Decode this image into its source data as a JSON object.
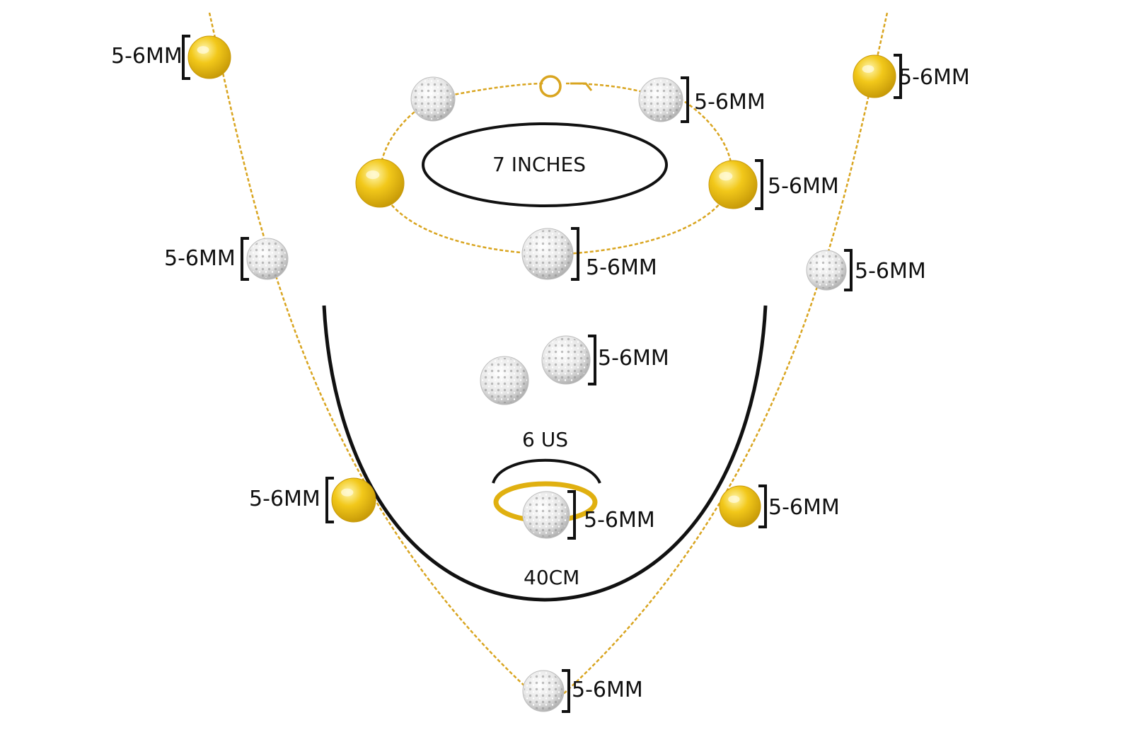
{
  "bead_size_label": "5-6MM",
  "bracelet": {
    "length_label": "7 INCHES"
  },
  "ring": {
    "size_label": "6 US"
  },
  "necklace": {
    "length_label": "40CM"
  },
  "colors": {
    "chain_gold": "#d9a520",
    "pearl_yellow": "#f2c81a",
    "crystal_white": "#eeeeee",
    "outline": "#111111"
  },
  "items": [
    {
      "id": "necklace-left-top-pearl",
      "kind": "pearl"
    },
    {
      "id": "necklace-left-crystal",
      "kind": "crystal"
    },
    {
      "id": "necklace-left-bottom-pearl",
      "kind": "pearl"
    },
    {
      "id": "necklace-bottom-crystal",
      "kind": "crystal"
    },
    {
      "id": "necklace-right-top-pearl",
      "kind": "pearl"
    },
    {
      "id": "necklace-right-crystal",
      "kind": "crystal"
    },
    {
      "id": "necklace-right-bottom-pearl",
      "kind": "pearl"
    },
    {
      "id": "bracelet-left-crystal",
      "kind": "crystal"
    },
    {
      "id": "bracelet-right-crystal",
      "kind": "crystal"
    },
    {
      "id": "bracelet-left-pearl",
      "kind": "pearl"
    },
    {
      "id": "bracelet-right-pearl",
      "kind": "pearl"
    },
    {
      "id": "bracelet-bottom-crystal",
      "kind": "crystal"
    },
    {
      "id": "earring-left",
      "kind": "crystal"
    },
    {
      "id": "earring-right",
      "kind": "crystal"
    },
    {
      "id": "ring-crystal",
      "kind": "crystal"
    }
  ]
}
